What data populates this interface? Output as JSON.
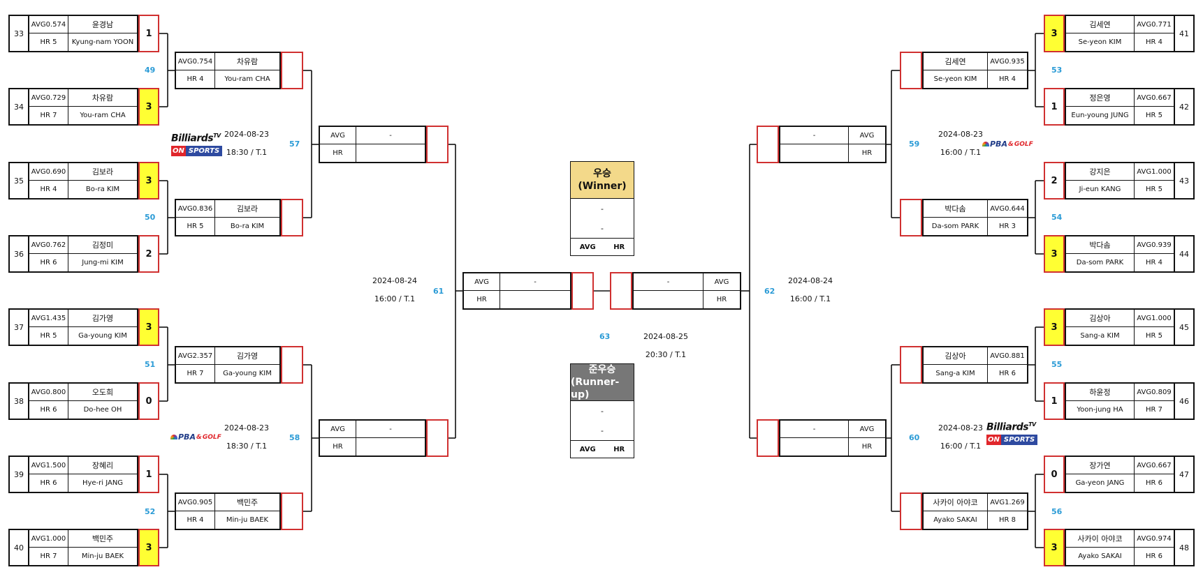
{
  "round1": [
    {
      "id": "33",
      "side": "left",
      "top": {
        "avg": "AVG0.574",
        "hr": "HR 5",
        "name_ko": "윤경남",
        "name_en": "Kyung-nam YOON",
        "score": "1",
        "win": false
      }
    },
    {
      "id": "34",
      "side": "left",
      "top": {
        "avg": "AVG0.729",
        "hr": "HR 7",
        "name_ko": "차유람",
        "name_en": "You-ram CHA",
        "score": "3",
        "win": true
      }
    },
    {
      "id": "35",
      "side": "left",
      "top": {
        "avg": "AVG0.690",
        "hr": "HR 4",
        "name_ko": "김보라",
        "name_en": "Bo-ra KIM",
        "score": "3",
        "win": true
      }
    },
    {
      "id": "36",
      "side": "left",
      "top": {
        "avg": "AVG0.762",
        "hr": "HR 6",
        "name_ko": "김정미",
        "name_en": "Jung-mi KIM",
        "score": "2",
        "win": false
      }
    },
    {
      "id": "37",
      "side": "left",
      "top": {
        "avg": "AVG1.435",
        "hr": "HR 5",
        "name_ko": "김가영",
        "name_en": "Ga-young KIM",
        "score": "3",
        "win": true
      }
    },
    {
      "id": "38",
      "side": "left",
      "top": {
        "avg": "AVG0.800",
        "hr": "HR 6",
        "name_ko": "오도희",
        "name_en": "Do-hee OH",
        "score": "0",
        "win": false
      }
    },
    {
      "id": "39",
      "side": "left",
      "top": {
        "avg": "AVG1.500",
        "hr": "HR 6",
        "name_ko": "장혜리",
        "name_en": "Hye-ri JANG",
        "score": "1",
        "win": false
      }
    },
    {
      "id": "40",
      "side": "left",
      "top": {
        "avg": "AVG1.000",
        "hr": "HR 7",
        "name_ko": "백민주",
        "name_en": "Min-ju BAEK",
        "score": "3",
        "win": true
      }
    },
    {
      "id": "41",
      "side": "right",
      "top": {
        "avg": "AVG0.771",
        "hr": "HR 4",
        "name_ko": "김세연",
        "name_en": "Se-yeon KIM",
        "score": "3",
        "win": true
      }
    },
    {
      "id": "42",
      "side": "right",
      "top": {
        "avg": "AVG0.667",
        "hr": "HR 5",
        "name_ko": "정은영",
        "name_en": "Eun-young JUNG",
        "score": "1",
        "win": false
      }
    },
    {
      "id": "43",
      "side": "right",
      "top": {
        "avg": "AVG1.000",
        "hr": "HR 5",
        "name_ko": "강지은",
        "name_en": "Ji-eun KANG",
        "score": "2",
        "win": false
      }
    },
    {
      "id": "44",
      "side": "right",
      "top": {
        "avg": "AVG0.939",
        "hr": "HR 4",
        "name_ko": "박다솜",
        "name_en": "Da-som PARK",
        "score": "3",
        "win": true
      }
    },
    {
      "id": "45",
      "side": "right",
      "top": {
        "avg": "AVG1.000",
        "hr": "HR 5",
        "name_ko": "김상아",
        "name_en": "Sang-a KIM",
        "score": "3",
        "win": true
      }
    },
    {
      "id": "46",
      "side": "right",
      "top": {
        "avg": "AVG0.809",
        "hr": "HR 7",
        "name_ko": "하윤정",
        "name_en": "Yoon-jung HA",
        "score": "1",
        "win": false
      }
    },
    {
      "id": "47",
      "side": "right",
      "top": {
        "avg": "AVG0.667",
        "hr": "HR 6",
        "name_ko": "장가연",
        "name_en": "Ga-yeon JANG",
        "score": "0",
        "win": false
      }
    },
    {
      "id": "48",
      "side": "right",
      "top": {
        "avg": "AVG0.974",
        "hr": "HR 6",
        "name_ko": "사카이 아야코",
        "name_en": "Ayako SAKAI",
        "score": "3",
        "win": true
      }
    }
  ],
  "round2": [
    {
      "avg": "AVG0.754",
      "hr": "HR 4",
      "name_ko": "차유람",
      "name_en": "You-ram CHA"
    },
    {
      "avg": "AVG0.836",
      "hr": "HR 5",
      "name_ko": "김보라",
      "name_en": "Bo-ra KIM"
    },
    {
      "avg": "AVG2.357",
      "hr": "HR 7",
      "name_ko": "김가영",
      "name_en": "Ga-young KIM"
    },
    {
      "avg": "AVG0.905",
      "hr": "HR 4",
      "name_ko": "백민주",
      "name_en": "Min-ju BAEK"
    },
    {
      "avg": "AVG0.935",
      "hr": "HR 4",
      "name_ko": "김세연",
      "name_en": "Se-yeon KIM"
    },
    {
      "avg": "AVG0.644",
      "hr": "HR 3",
      "name_ko": "박다솜",
      "name_en": "Da-som PARK"
    },
    {
      "avg": "AVG0.881",
      "hr": "HR 6",
      "name_ko": "김상아",
      "name_en": "Sang-a KIM"
    },
    {
      "avg": "AVG1.269",
      "hr": "HR 8",
      "name_ko": "사카이 아야코",
      "name_en": "Ayako SAKAI"
    }
  ],
  "tbd": {
    "avg": "AVG",
    "hr": "HR",
    "name": "-"
  },
  "match_numbers": [
    "49",
    "50",
    "51",
    "52",
    "53",
    "54",
    "55",
    "56",
    "57",
    "58",
    "59",
    "60",
    "61",
    "62",
    "63"
  ],
  "schedule": [
    {
      "date": "2024-08-23",
      "time": "18:30 / T.1"
    },
    {
      "date": "2024-08-23",
      "time": "18:30 / T.1"
    },
    {
      "date": "2024-08-23",
      "time": "16:00 / T.1"
    },
    {
      "date": "2024-08-23",
      "time": "16:00 / T.1"
    },
    {
      "date": "2024-08-24",
      "time": "16:00 / T.1"
    },
    {
      "date": "2024-08-24",
      "time": "16:00 / T.1"
    },
    {
      "date": "2024-08-25",
      "time": "20:30 / T.1"
    }
  ],
  "logos": {
    "billiards_tv": {
      "word": "Billiards",
      "tv": "TV",
      "on": "ON",
      "sports": "SPORTS"
    },
    "pba_golf": {
      "pba": "PBA",
      "amp": "&",
      "golf": "GOLF"
    }
  },
  "winner_box": {
    "title_ko": "우승",
    "title_en": "(Winner)",
    "line1": "-",
    "line2": "-",
    "avg": "AVG",
    "hr": "HR"
  },
  "runnerup_box": {
    "title_ko": "준우승",
    "title_en": "(Runner-up)",
    "line1": "-",
    "line2": "-",
    "avg": "AVG",
    "hr": "HR"
  },
  "colors": {
    "win_fill": "#ffff33",
    "score_border": "#d03030",
    "match_number": "#2b9bd6",
    "winner_fill": "#f3d98a",
    "runnerup_fill": "#777777"
  }
}
